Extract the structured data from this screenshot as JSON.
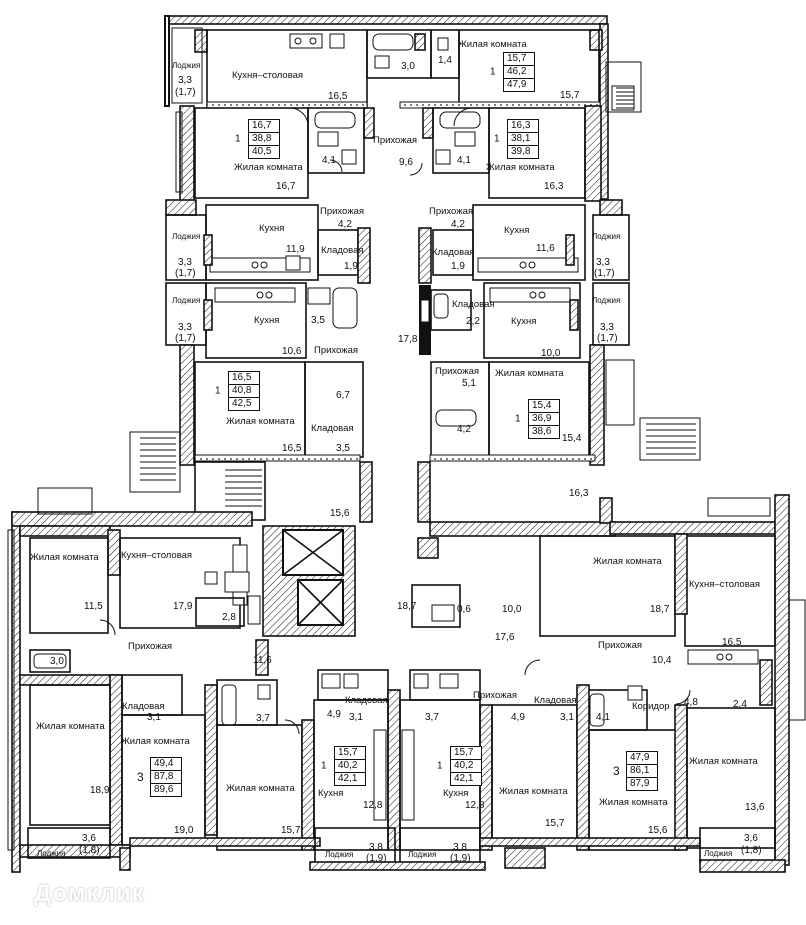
{
  "title": "",
  "watermark": "Домклик",
  "rooms": {
    "living": "Жилая комната",
    "kitchen": "Кухня",
    "kitchen_dining": "Кухня–столовая",
    "hall": "Прихожая",
    "pantry": "Кладовая",
    "loggia": "Лоджия",
    "corridor": "Коридор"
  },
  "apartments": {
    "a1": {
      "rooms": "1",
      "living": "15,7",
      "total": "46,2",
      "total_loggia": "47,9"
    },
    "a2": {
      "rooms": "1",
      "living": "16,7",
      "total": "38,8",
      "total_loggia": "40,5"
    },
    "a3": {
      "rooms": "1",
      "living": "16,3",
      "total": "38,1",
      "total_loggia": "39,8"
    },
    "a4": {
      "rooms": "1",
      "living": "16,5",
      "total": "40,8",
      "total_loggia": "42,5"
    },
    "a5": {
      "rooms": "1",
      "living": "15,4",
      "total": "36,9",
      "total_loggia": "38,6"
    },
    "a6": {
      "rooms": "3",
      "living": "49,4",
      "total": "87,8",
      "total_loggia": "89,6"
    },
    "a7": {
      "rooms": "1",
      "living": "15,7",
      "total": "40,2",
      "total_loggia": "42,1"
    },
    "a8": {
      "rooms": "1",
      "living": "15,7",
      "total": "40,2",
      "total_loggia": "42,1"
    },
    "a9": {
      "rooms": "3",
      "living": "47,9",
      "total": "86,1",
      "total_loggia": "87,9"
    }
  },
  "areas": {
    "v1": "3,3",
    "v1b": "(1,7)",
    "v2": "16,5",
    "v3": "3,0",
    "v4": "1,4",
    "v5": "15,7",
    "v6": "4,1",
    "v7": "9,6",
    "v8": "4,1",
    "v9": "16,7",
    "v10": "16,3",
    "v11": "4,2",
    "v12": "4,2",
    "v13": "11,9",
    "v14": "11,6",
    "v15": "1,9",
    "v16": "1,9",
    "v17": "3,3",
    "v17b": "(1,7)",
    "v18": "3,3",
    "v18b": "(1,7)",
    "v19": "3,5",
    "v20": "2,2",
    "v21": "10,6",
    "v22": "17,8",
    "v23": "10,0",
    "v24": "3,3",
    "v24b": "(1,7)",
    "v25": "3,3",
    "v25b": "(1,7)",
    "v26": "5,1",
    "v27": "6,7",
    "v28": "4,2",
    "v29": "16,5",
    "v30": "3,5",
    "v31": "15,4",
    "v32": "16,3",
    "v33": "15,6",
    "v34": "11,5",
    "v35": "17,9",
    "v36": "2,8",
    "v37": "18,7",
    "v38": "0,6",
    "v39": "10,0",
    "v40": "18,7",
    "v41": "3,0",
    "v42": "11,6",
    "v43": "17,6",
    "v44": "16,5",
    "v45": "10,4",
    "v46": "3,1",
    "v47": "3,7",
    "v48": "4,9",
    "v49": "3,1",
    "v50": "3,7",
    "v51": "4,9",
    "v52": "3,1",
    "v53": "4,1",
    "v54": "4,8",
    "v55": "2,4",
    "v56": "18,9",
    "v57": "12,8",
    "v58": "12,8",
    "v59": "13,6",
    "v60": "19,0",
    "v61": "15,7",
    "v62": "15,7",
    "v63": "15,6",
    "v64": "3,6",
    "v64b": "(1,8)",
    "v65": "3,8",
    "v65b": "(1,9)",
    "v66": "3,8",
    "v66b": "(1,9)",
    "v67": "3,6",
    "v67b": "(1,8)"
  }
}
